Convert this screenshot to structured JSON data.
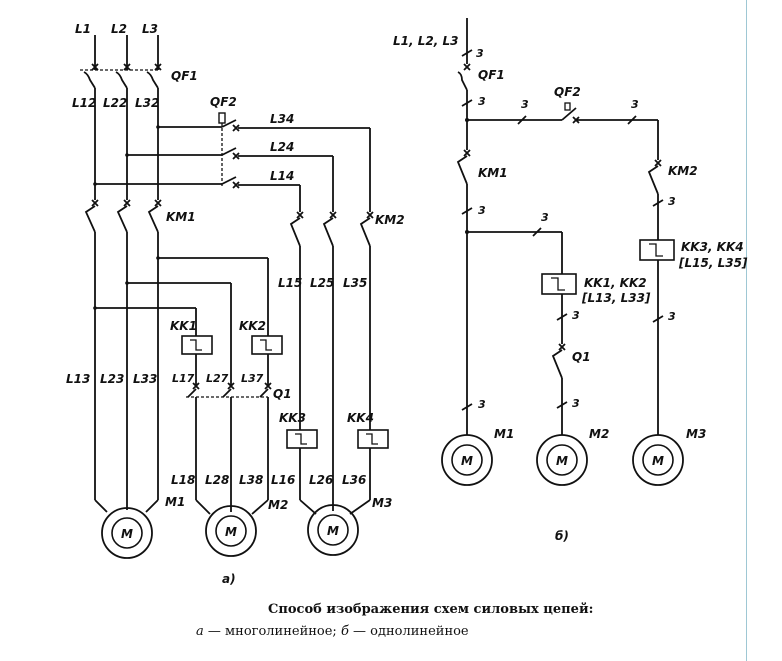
{
  "diagram_a": {
    "phase_inputs": [
      "L1",
      "L2",
      "L3"
    ],
    "breaker_main": "QF1",
    "breaker_second": "QF2",
    "contactor_1": "KM1",
    "contactor_2": "KM2",
    "relay_1": "KK1",
    "relay_2": "KK2",
    "relay_3": "KK3",
    "relay_4": "KK4",
    "switch": "Q1",
    "motor_1": "M1",
    "motor_2": "M2",
    "motor_3": "M3",
    "motor_symbol": "M",
    "wires": {
      "l12": "L12",
      "l22": "L22",
      "l32": "L32",
      "l34": "L34",
      "l24": "L24",
      "l14": "L14",
      "l15": "L15",
      "l25": "L25",
      "l35": "L35",
      "l13": "L13",
      "l23": "L23",
      "l33": "L33",
      "l17": "L17",
      "l27": "L27",
      "l37": "L37",
      "l18": "L18",
      "l28": "L28",
      "l38": "L38",
      "l16": "L16",
      "l26": "L26",
      "l36": "L36"
    },
    "label": "а)"
  },
  "diagram_b": {
    "phase_input": "L1, L2, L3",
    "breaker_main": "QF1",
    "breaker_second": "QF2",
    "contactor_1": "KM1",
    "contactor_2": "KM2",
    "relay_group_1": "KK1, KK2",
    "relay_group_1_wires": "[L13, L33]",
    "relay_group_2": "KK3, KK4",
    "relay_group_2_wires": "[L15, L35]",
    "switch": "Q1",
    "wire_count": "3",
    "motor_1": "M1",
    "motor_2": "M2",
    "motor_3": "M3",
    "motor_symbol": "M",
    "label": "б)"
  },
  "caption": {
    "title": "Способ изображения схем силовых цепей:",
    "item_a_letter": "а",
    "item_a_text": "многолинейное;",
    "item_b_letter": "б",
    "item_b_text": "однолинейное"
  }
}
